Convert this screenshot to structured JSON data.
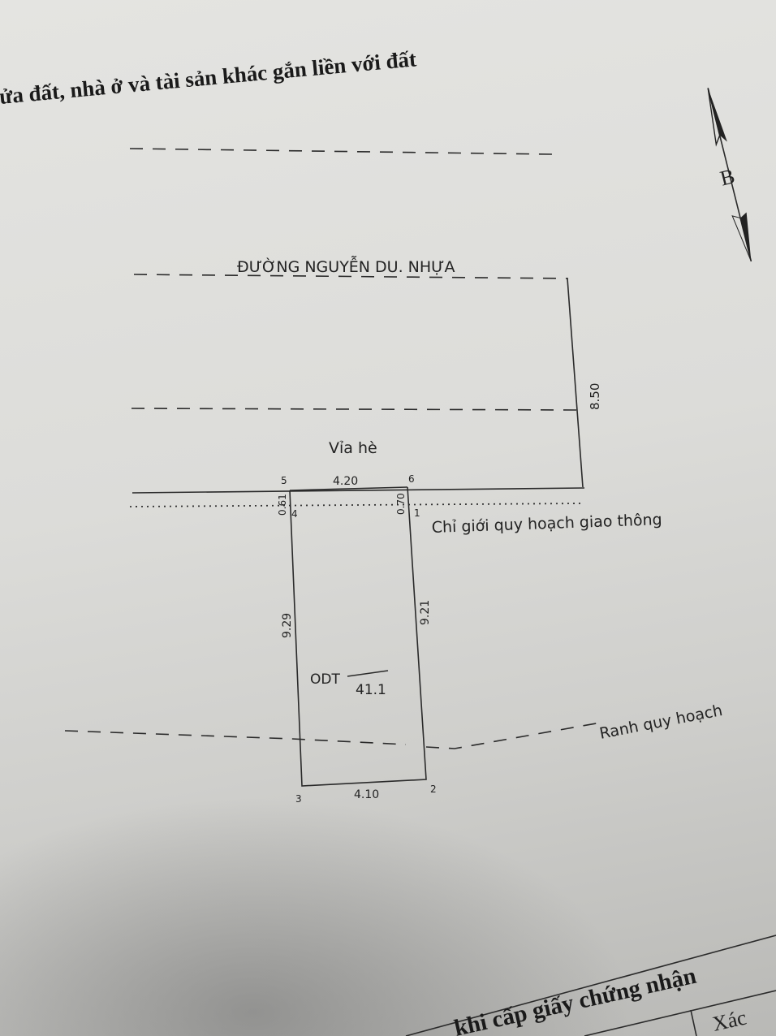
{
  "header": {
    "title": "ửa đất, nhà ở và tài sản khác gắn liền với đất"
  },
  "north_arrow": {
    "label": "B"
  },
  "road": {
    "label": "ĐƯỜNG NGUYỄN DU. NHỰA",
    "width": "8.50"
  },
  "sidewalk": {
    "label": "Vỉa hè"
  },
  "traffic_line": {
    "label": "Chỉ giới quy hoạch giao thông"
  },
  "planning_line": {
    "label": "Ranh quy hoạch"
  },
  "plot": {
    "land_type": "ODT",
    "area": "41.1",
    "points": {
      "p1": "1",
      "p2": "2",
      "p3": "3",
      "p4": "4",
      "p5": "5",
      "p6": "6"
    },
    "edges": {
      "e56": "4.20",
      "e54": "0.61",
      "e61": "0.70",
      "e43": "9.29",
      "e12": "9.21",
      "e32": "4.10"
    }
  },
  "footer": {
    "title": "khi cấp giấy chứng nhận",
    "column": "Xác"
  }
}
